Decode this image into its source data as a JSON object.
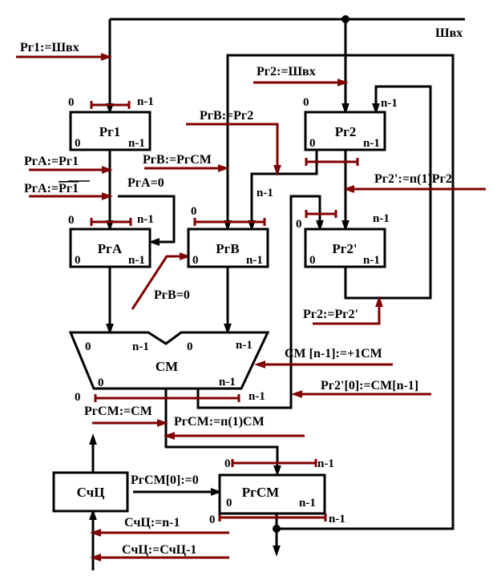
{
  "colors": {
    "signal": "#800000",
    "line": "#000000"
  },
  "bus_label": "Швх",
  "registers": {
    "rg1": {
      "name": "Рг1",
      "lsb": "0",
      "msb": "n-1"
    },
    "rg2": {
      "name": "Рг2",
      "lsb": "0",
      "msb": "n-1"
    },
    "rga": {
      "name": "РгА",
      "lsb": "0",
      "msb": "n-1"
    },
    "rgb": {
      "name": "РгВ",
      "lsb": "0",
      "msb": "n-1"
    },
    "rg2p": {
      "name": "Рг2'",
      "lsb": "0",
      "msb": "n-1"
    },
    "rgcm": {
      "name": "РгСМ",
      "lsb": "0",
      "msb": "n-1"
    },
    "counter": {
      "name": "СчЦ"
    }
  },
  "adder": {
    "name": "СМ",
    "a_lsb": "0",
    "a_msb": "n-1",
    "b_lsb": "0",
    "b_msb": "n-1",
    "out_lsb": "0",
    "out_msb": "n-1"
  },
  "bit_labels": {
    "zero": "0",
    "top": "n-1"
  },
  "signals": {
    "rg1_load": "Рг1:=Швх",
    "rg2_load": "Рг2:=Швх",
    "rga_from_rg1": "РгА:=Рг1",
    "rga_from_rg1_inv_prefix": "РгА:=",
    "rga_from_rg1_inv_operand": "Рг1",
    "rga_zero": "РгА=0",
    "rgb_from_rg2": "РгВ:=Рг2",
    "rgb_from_rgcm": "РгВ:=РгСМ",
    "rgb_zero": "РгВ=0",
    "rg2p_shift": "Рг2':=п(1)Рг2",
    "rg2_from_rg2p": "Рг2:=Рг2'",
    "cm_inc": "СМ [n-1]:=+1СМ",
    "rg2p_bit0": "Рг2'[0]:=СМ[n-1]",
    "rgcm_from_cm": "РгСМ:=СМ",
    "rgcm_shift": "РгСМ:=п(1)СМ",
    "rgcm_bit0": "РгСМ[0]:=0",
    "cnt_init": "СчЦ:=n-1",
    "cnt_dec": "СчЦ:=СчЦ-1"
  }
}
